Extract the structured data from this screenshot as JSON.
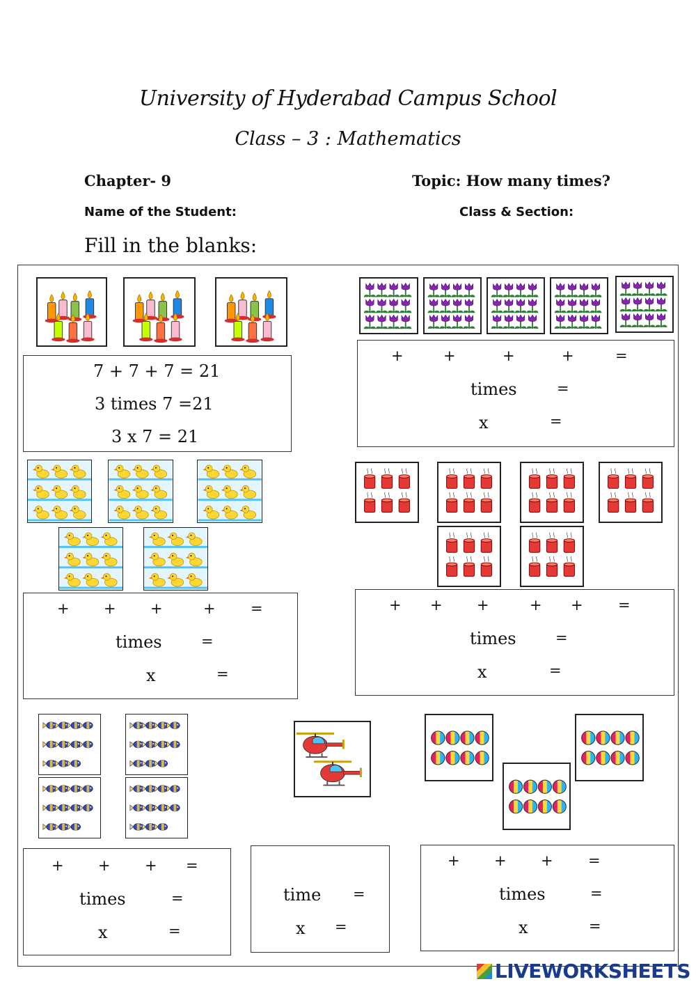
{
  "header": {
    "school": "University of Hyderabad Campus School",
    "class_subject": "Class – 3 : Mathematics",
    "chapter": "Chapter- 9",
    "topic": "Topic: How many times?",
    "name_label": "Name of the Student:",
    "section_label": "Class & Section:",
    "instruction": "Fill in the blanks:"
  },
  "ex1": {
    "line1": "7 + 7 + 7 = 21",
    "line2": "3 times 7 =21",
    "line3": "3 x 7 = 21"
  },
  "ops": {
    "plus": "+",
    "eq": "=",
    "times": "times",
    "time": "time",
    "x": "x"
  },
  "footer": {
    "brand": "LIVEWORKSHEETS"
  },
  "icons": [
    "candles-icon",
    "tulips-icon",
    "ducks-icon",
    "tins-icon",
    "fish-icon",
    "helicopter-icon",
    "balls-icon"
  ]
}
